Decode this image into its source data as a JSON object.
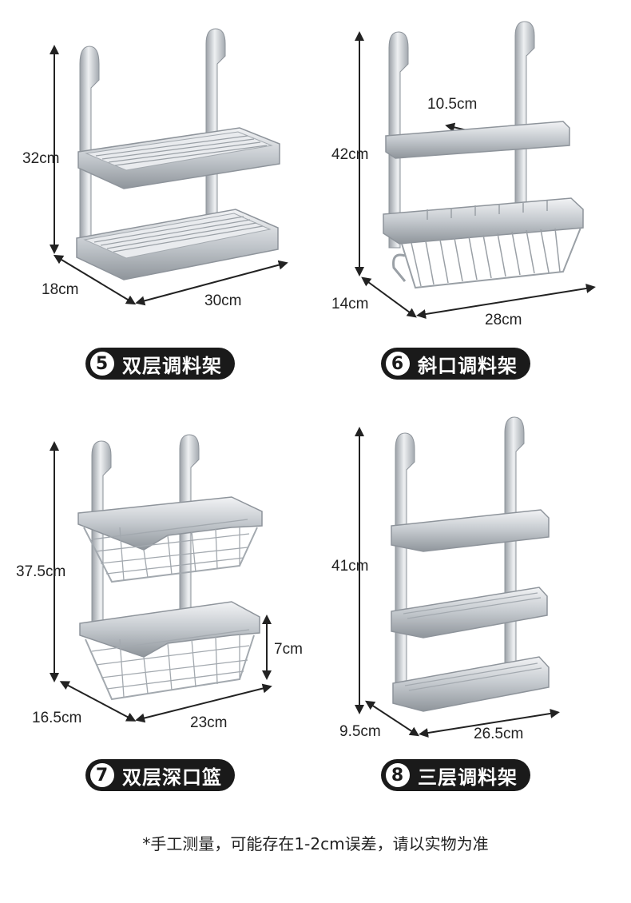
{
  "products": [
    {
      "number": "5",
      "name": "双层调料架",
      "height": "32cm",
      "depth": "18cm",
      "width": "30cm",
      "extra": ""
    },
    {
      "number": "6",
      "name": "斜口调料架",
      "height": "42cm",
      "depth": "14cm",
      "width": "28cm",
      "extra": "10.5cm"
    },
    {
      "number": "7",
      "name": "双层深口篮",
      "height": "37.5cm",
      "depth": "16.5cm",
      "width": "23cm",
      "extra": "7cm"
    },
    {
      "number": "8",
      "name": "三层调料架",
      "height": "41cm",
      "depth": "9.5cm",
      "width": "26.5cm",
      "extra": ""
    }
  ],
  "footnote": "*手工测量，可能存在1-2cm误差，请以实物为准",
  "colors": {
    "badge_bg": "#1a1a1a",
    "steel": "#c9cdd2",
    "steel_dark": "#8e949b"
  }
}
